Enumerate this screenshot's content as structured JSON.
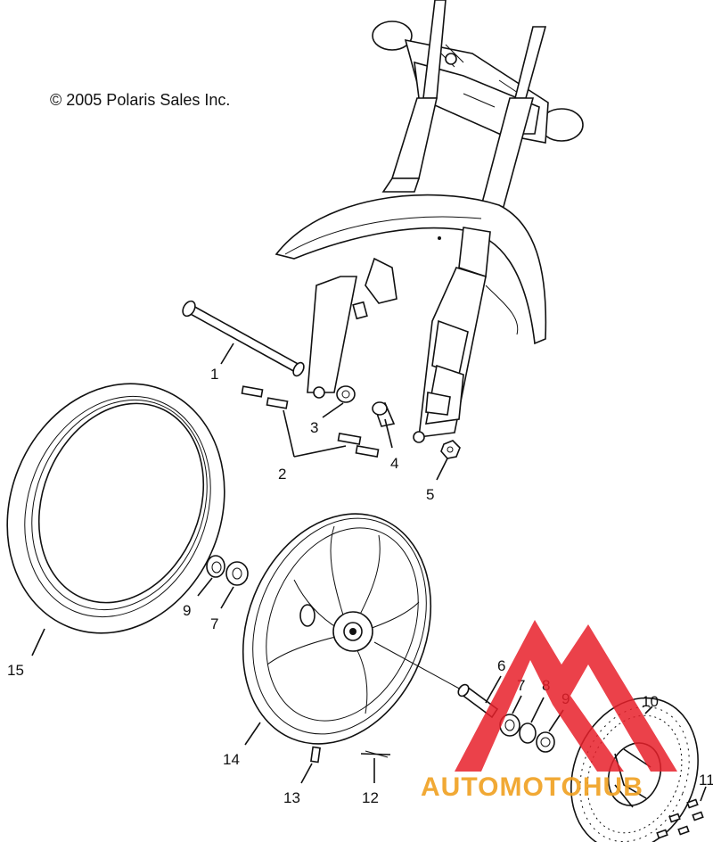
{
  "copyright": "© 2005 Polaris Sales Inc.",
  "watermark": {
    "text": "AUTOMOTOHUB",
    "color": "#f0a020",
    "logo_color": "#e8202a"
  },
  "callouts": [
    {
      "id": "1",
      "label": "1"
    },
    {
      "id": "2",
      "label": "2"
    },
    {
      "id": "3",
      "label": "3"
    },
    {
      "id": "4",
      "label": "4"
    },
    {
      "id": "5",
      "label": "5"
    },
    {
      "id": "6",
      "label": "6"
    },
    {
      "id": "7a",
      "label": "7"
    },
    {
      "id": "7b",
      "label": "7"
    },
    {
      "id": "8",
      "label": "8"
    },
    {
      "id": "9a",
      "label": "9"
    },
    {
      "id": "9b",
      "label": "9"
    },
    {
      "id": "10",
      "label": "10"
    },
    {
      "id": "11",
      "label": "11"
    },
    {
      "id": "12",
      "label": "12"
    },
    {
      "id": "13",
      "label": "13"
    },
    {
      "id": "14",
      "label": "14"
    },
    {
      "id": "15",
      "label": "15"
    }
  ]
}
